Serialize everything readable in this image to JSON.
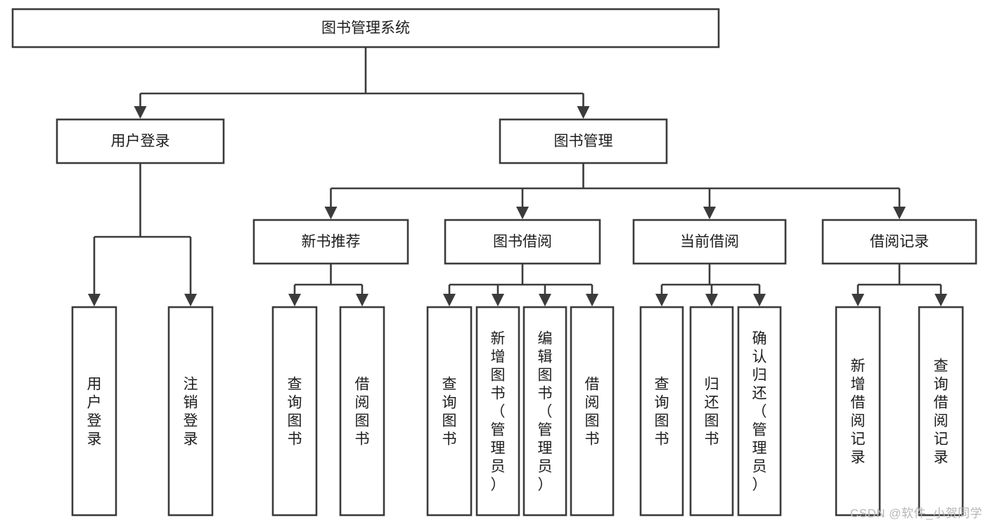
{
  "diagram": {
    "type": "tree-hierarchy-chart",
    "title": "图书管理系统",
    "watermark": "CSDN @软件_小贺同学",
    "colors": {
      "box_fill": "#ffffff",
      "box_stroke": "#3b3b3b",
      "text": "#1d1d1d",
      "background": "#ffffff",
      "watermark": "#b6b6b6"
    },
    "levels": [
      {
        "level": 1,
        "nodes": [
          {
            "id": "root",
            "label": "图书管理系统",
            "orientation": "horizontal"
          }
        ]
      },
      {
        "level": 2,
        "nodes": [
          {
            "id": "login",
            "label": "用户登录",
            "orientation": "horizontal",
            "parent": "root"
          },
          {
            "id": "bookmgmt",
            "label": "图书管理",
            "orientation": "horizontal",
            "parent": "root"
          }
        ]
      },
      {
        "level": 3,
        "nodes": [
          {
            "id": "newbook",
            "label": "新书推荐",
            "orientation": "horizontal",
            "parent": "bookmgmt"
          },
          {
            "id": "borrow",
            "label": "图书借阅",
            "orientation": "horizontal",
            "parent": "bookmgmt"
          },
          {
            "id": "current",
            "label": "当前借阅",
            "orientation": "horizontal",
            "parent": "bookmgmt"
          },
          {
            "id": "record",
            "label": "借阅记录",
            "orientation": "horizontal",
            "parent": "bookmgmt"
          }
        ]
      },
      {
        "level": 4,
        "nodes": [
          {
            "id": "leaf1",
            "label": "用户登录",
            "orientation": "vertical",
            "parent": "login"
          },
          {
            "id": "leaf2",
            "label": "注销登录",
            "orientation": "vertical",
            "parent": "login"
          },
          {
            "id": "leaf3",
            "label": "查询图书",
            "orientation": "vertical",
            "parent": "newbook"
          },
          {
            "id": "leaf4",
            "label": "借阅图书",
            "orientation": "vertical",
            "parent": "newbook"
          },
          {
            "id": "leaf5",
            "label": "查询图书",
            "orientation": "vertical",
            "parent": "borrow"
          },
          {
            "id": "leaf6",
            "label": "新增图书（管理员）",
            "orientation": "vertical",
            "parent": "borrow"
          },
          {
            "id": "leaf7",
            "label": "编辑图书（管理员）",
            "orientation": "vertical",
            "parent": "borrow"
          },
          {
            "id": "leaf8",
            "label": "借阅图书",
            "orientation": "vertical",
            "parent": "borrow"
          },
          {
            "id": "leaf9",
            "label": "查询图书",
            "orientation": "vertical",
            "parent": "current"
          },
          {
            "id": "leaf10",
            "label": "归还图书",
            "orientation": "vertical",
            "parent": "current"
          },
          {
            "id": "leaf11",
            "label": "确认归还（管理员）",
            "orientation": "vertical",
            "parent": "current"
          },
          {
            "id": "leaf12",
            "label": "新增借阅记录",
            "orientation": "vertical",
            "parent": "record"
          },
          {
            "id": "leaf13",
            "label": "查询借阅记录",
            "orientation": "vertical",
            "parent": "record"
          }
        ]
      }
    ]
  }
}
